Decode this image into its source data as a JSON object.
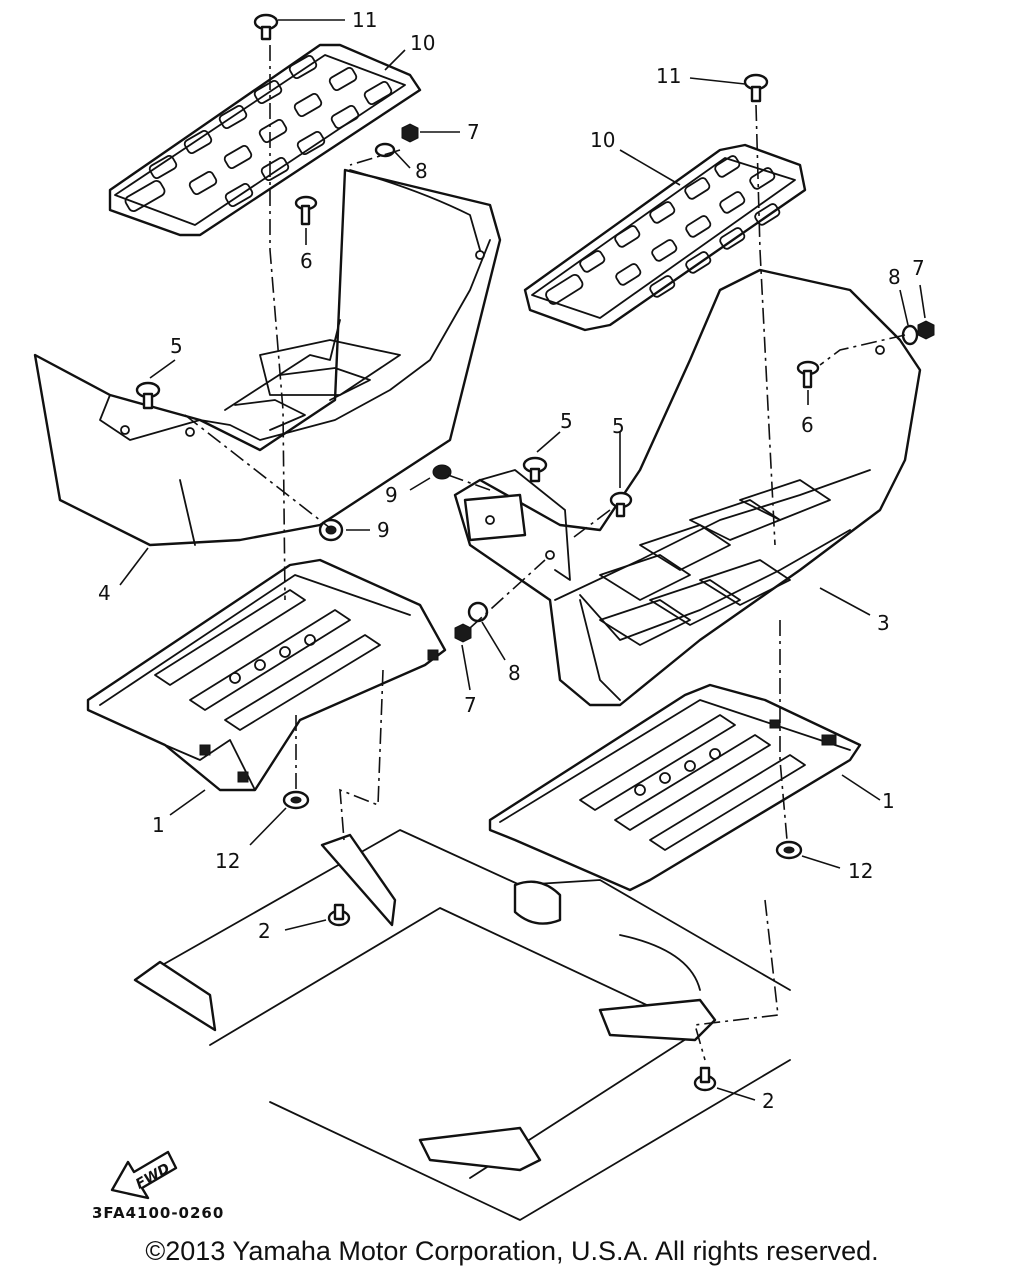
{
  "diagram": {
    "part_labels": {
      "p1_left": "1",
      "p1_right": "1",
      "p2_left": "2",
      "p2_right": "2",
      "p3": "3",
      "p4": "4",
      "p5_left": "5",
      "p5_right_a": "5",
      "p5_right_b": "5",
      "p6_left": "6",
      "p6_right": "6",
      "p7_top": "7",
      "p7_right": "7",
      "p7_mid": "7",
      "p8_top": "8",
      "p8_right": "8",
      "p8_mid": "8",
      "p9_upper": "9",
      "p9_lower": "9",
      "p10_left": "10",
      "p10_right": "10",
      "p11_left": "11",
      "p11_right": "11",
      "p12_left": "12",
      "p12_right": "12"
    },
    "fwd_label": "FWD",
    "drawing_code": "3FA4100-0260"
  },
  "footer": {
    "copyright": "©2013 Yamaha Motor Corporation, U.S.A. All rights reserved."
  }
}
